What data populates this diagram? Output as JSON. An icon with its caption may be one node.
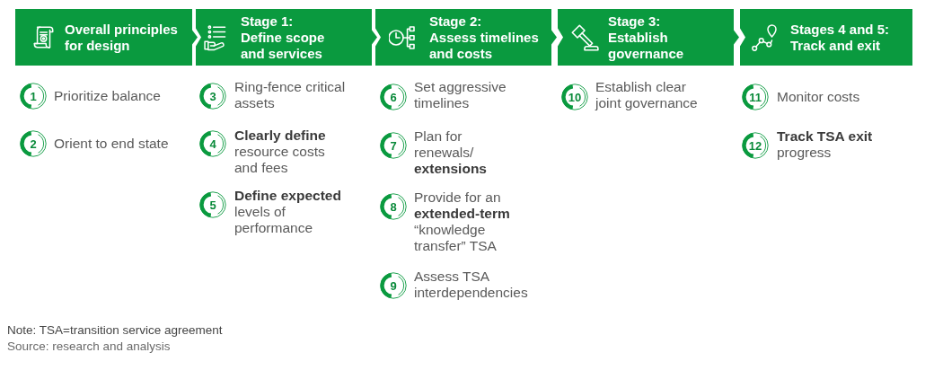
{
  "diagram": {
    "nodes": [
      {
        "text": [
          "Overall principles for design"
        ]
      },
      {
        "text": [
          "Stage 1:",
          "Define scope and services"
        ]
      },
      {
        "text": [
          "Stage 2:",
          "Assess timelines and costs"
        ]
      },
      {
        "text": [
          "Stage 3:",
          "Establish governance"
        ]
      },
      {
        "text": [
          "Stages 4 and 5:",
          "Track and exit"
        ]
      },
      {
        "text": [
          "1",
          "Prioritize balance"
        ]
      },
      {
        "text": [
          "2",
          "Orient to end state"
        ]
      },
      {
        "text": [
          "3",
          "Ring-fence critical assets"
        ]
      },
      {
        "text": [
          "4",
          "**Clearly define** resource costs and fees"
        ]
      },
      {
        "text": [
          "5",
          "**Define expected** levels of performance"
        ]
      },
      {
        "text": [
          "6",
          "Set aggressive timelines"
        ]
      },
      {
        "text": [
          "7",
          "Plan for renewals/ **extensions**"
        ]
      },
      {
        "text": [
          "8",
          "Provide for an **extended-term** “knowledge transfer” TSA"
        ]
      },
      {
        "text": [
          "9",
          "Assess TSA interdependencies"
        ]
      },
      {
        "text": [
          "10",
          "Establish clear joint governance"
        ]
      },
      {
        "text": [
          "11",
          "Monitor costs"
        ]
      },
      {
        "text": [
          "12",
          "**Track TSA exit** progress"
        ]
      }
    ],
    "labels": [
      "Note: TSA=transition service agreement",
      "Source: research and analysis"
    ]
  }
}
